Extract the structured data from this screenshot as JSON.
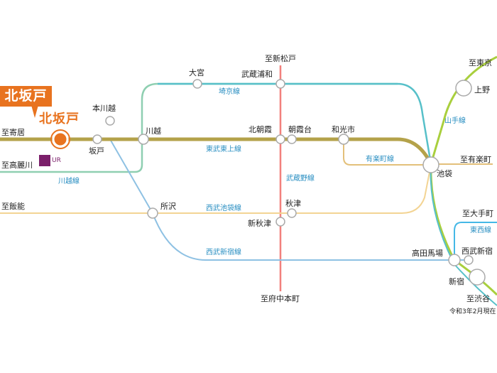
{
  "title": "北坂戸",
  "callout": "北坂戸",
  "logo_text": "UR",
  "date_note": "令和3年2月現在",
  "colors": {
    "tojo": "#b4a24a",
    "saikyo": "#8fcfb1",
    "musashino": "#f2807c",
    "yurakucho": "#e3c07a",
    "seibu_ikebukuro": "#f3d493",
    "seibu_shinjuku": "#8ec1e3",
    "kawagoe": "#8fcfb1",
    "yamanote": "#a9cf3d",
    "tozai": "#45b8e6",
    "shonan": "#57c0c9",
    "accent": "#e8731f"
  },
  "stations": {
    "kitasakado": "北坂戸",
    "sakado": "坂戸",
    "honkawagoe": "本川越",
    "kawagoe": "川越",
    "omiya": "大宮",
    "musashiurawa": "武蔵浦和",
    "kitaasaka": "北朝霞",
    "asakadai": "朝霞台",
    "wakoshi": "和光市",
    "ikebukuro": "池袋",
    "ueno": "上野",
    "tokorozawa": "所沢",
    "akitsu": "秋津",
    "shinakitsu": "新秋津",
    "takadanobaba": "高田馬場",
    "seibushinjuku": "西武新宿",
    "shinjuku": "新宿"
  },
  "directions": {
    "yorii": "至寄居",
    "komagawa": "至高麗川",
    "hanno": "至飯能",
    "shinmatsudo": "至新松戸",
    "fuchuhonmachi": "至府中本町",
    "tokyo": "至東京",
    "shinkiba": "至有楽町",
    "otemachi": "至大手町",
    "shibuya": "至渋谷"
  },
  "lines": {
    "saikyo": "埼京線",
    "tojo": "東武東上線",
    "musashino": "武蔵野線",
    "yurakucho": "有楽町線",
    "yamanote": "山手線",
    "seibu_ikebukuro": "西武池袋線",
    "seibu_shinjuku": "西武新宿線",
    "kawagoe": "川越線",
    "tozai": "東西線"
  }
}
